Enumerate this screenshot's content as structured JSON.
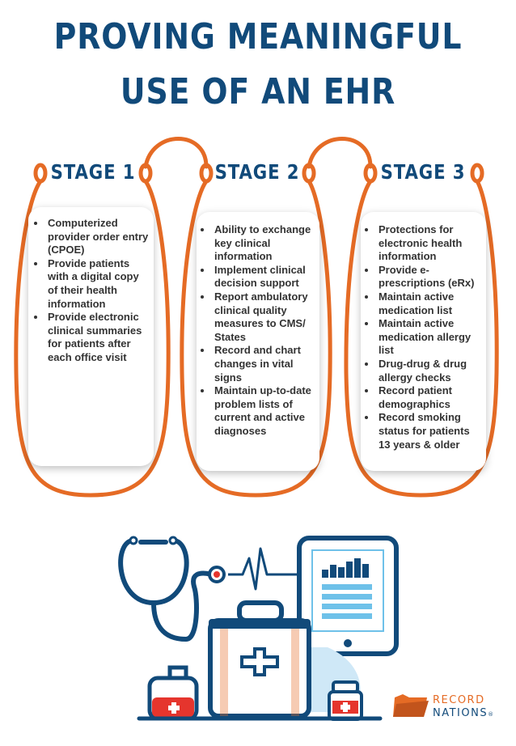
{
  "title_lines": [
    "PROVING MEANINGFUL",
    "USE OF AN EHR"
  ],
  "colors": {
    "title_blue": "#114a7a",
    "frame_orange": "#e56b25",
    "text_gray": "#333333",
    "screen_blue": "#6ec1e9",
    "cross_red": "#e5352d"
  },
  "stages": [
    {
      "title": "STAGE 1",
      "items": [
        "Computerized provider order entry (CPOE)",
        "Provide patients with a digital copy of their health information",
        "Provide electronic clinical summaries for patients after each office visit"
      ]
    },
    {
      "title": "STAGE 2",
      "items": [
        "Ability to exchange key clinical information",
        "Implement clinical decision support",
        "Report ambulatory clinical quality measures to CMS/ States",
        "Record and chart changes in vital signs",
        "Maintain up-to-date problem lists of current and active diagnoses"
      ]
    },
    {
      "title": "STAGE 3",
      "items": [
        "Protections for electronic health information",
        "Provide e-prescriptions (eRx)",
        "Maintain active medication list",
        "Maintain active medication allergy list",
        "Drug-drug & drug allergy checks",
        "Record patient demographics",
        "Record smoking status for patients 13 years & older"
      ]
    }
  ],
  "logo": {
    "line1": "RECORD",
    "line2": "NATIONS",
    "mark": "®"
  }
}
